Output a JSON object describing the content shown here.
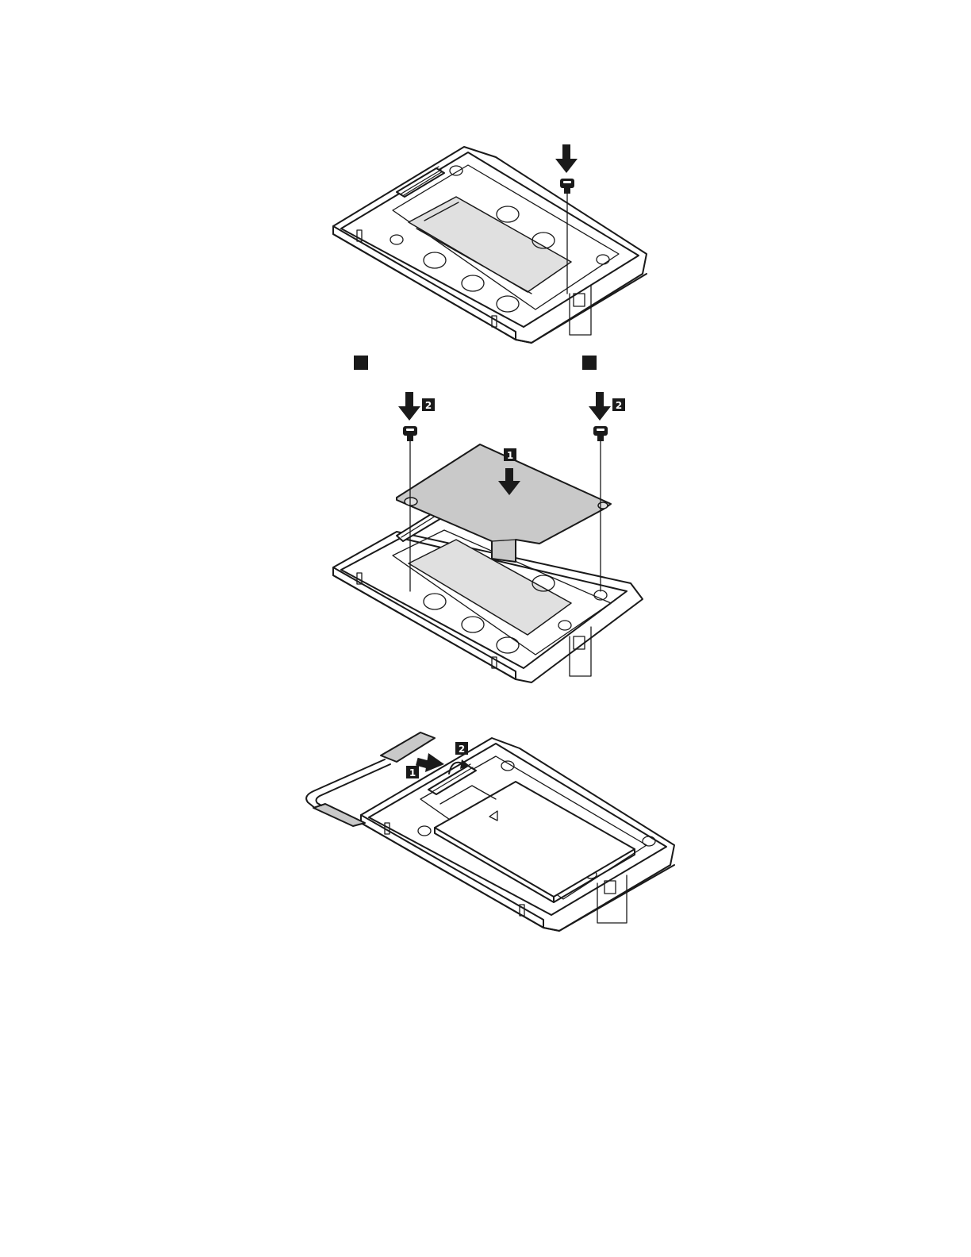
{
  "figures": [
    {
      "id": "remove-screw",
      "callouts": []
    },
    {
      "id": "install-bracket",
      "callouts": [
        "2",
        "2",
        "1"
      ]
    },
    {
      "id": "connect-cable",
      "callouts": [
        "1",
        "2"
      ]
    }
  ],
  "colors": {
    "line": "#1a1a1a",
    "bracket_fill": "#c9c9c9",
    "callout_bg": "#000000",
    "callout_text": "#ffffff"
  },
  "icons": [
    "arrow-down-icon",
    "screw-icon",
    "rotate-arrow-icon",
    "arrow-right-icon"
  ]
}
